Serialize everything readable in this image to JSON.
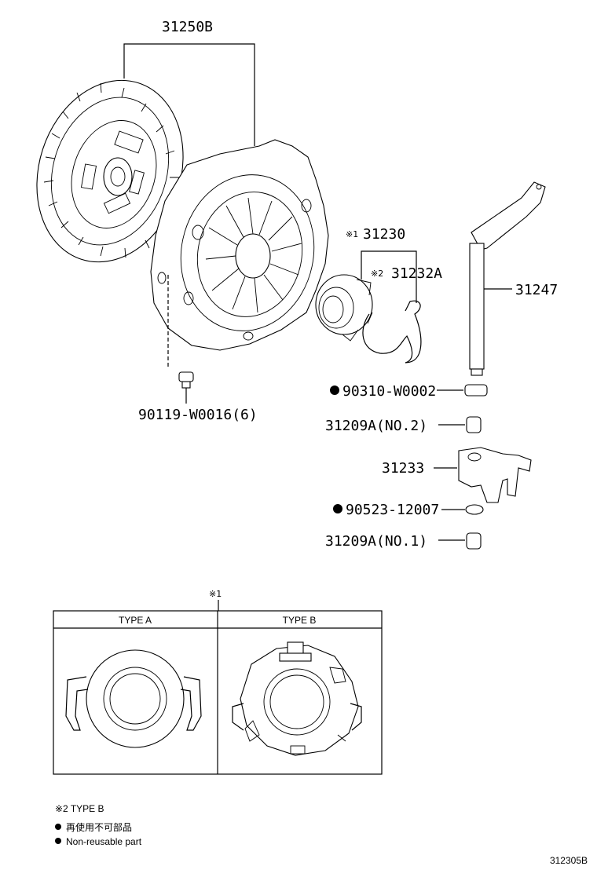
{
  "labels": {
    "clutch_disc_assy": "31250B",
    "release_bearing_assy": "31230",
    "release_bearing_mark": "※1",
    "bearing_clip": "31232A",
    "bearing_clip_mark": "※2",
    "release_fork_shaft": "31247",
    "bolt": "90119-W0016(6)",
    "seal": "90310-W0002",
    "bushing_no2": "31209A(NO.2)",
    "release_fork": "31233",
    "washer": "90523-12007",
    "bushing_no1": "31209A(NO.1)"
  },
  "inset": {
    "mark": "※1",
    "type_a": "TYPE A",
    "type_b": "TYPE B"
  },
  "notes": {
    "note2": "※2 TYPE B",
    "legend_jp": "再使用不可部品",
    "legend_en": "Non-reusable part"
  },
  "figure_id": "312305B"
}
